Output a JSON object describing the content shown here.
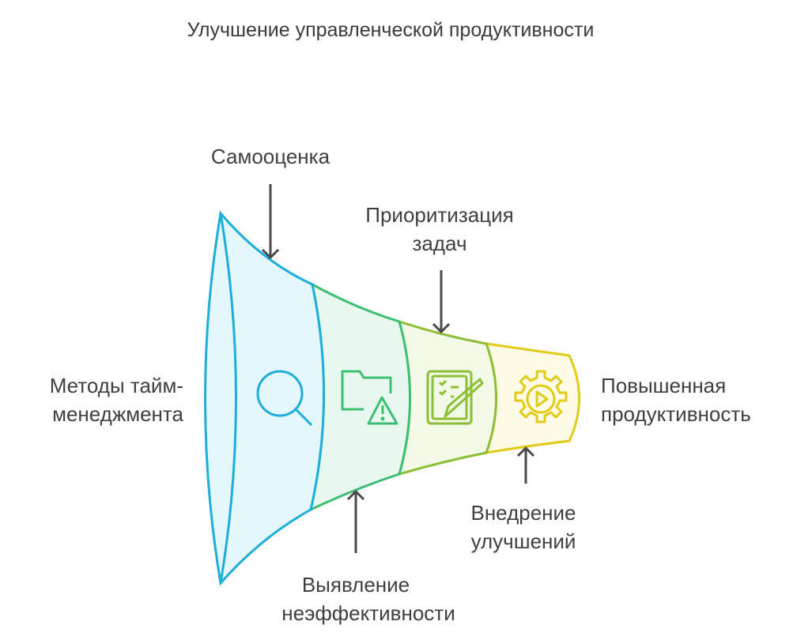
{
  "title": "Улучшение управленческой продуктивности",
  "input_label": [
    "Методы тайм-",
    "менеджмента"
  ],
  "output_label": [
    "Повышенная",
    "продуктивность"
  ],
  "stages": [
    {
      "label": [
        "Самооценка"
      ],
      "icon": "magnifier-icon",
      "color": "#1eaedb",
      "fill": "#e3f7fc"
    },
    {
      "label": [
        "Выявление",
        "неэффективности"
      ],
      "icon": "folder-warning-icon",
      "color": "#3cbf74",
      "fill": "#e8f8ee"
    },
    {
      "label": [
        "Приоритизация",
        "задач"
      ],
      "icon": "clipboard-pencil-icon",
      "color": "#8cbf35",
      "fill": "#f3f9e7"
    },
    {
      "label": [
        "Внедрение",
        "улучшений"
      ],
      "icon": "gear-play-icon",
      "color": "#e2cb16",
      "fill": "#fdfbe6"
    }
  ],
  "arrow_color": "#4a4a4a"
}
